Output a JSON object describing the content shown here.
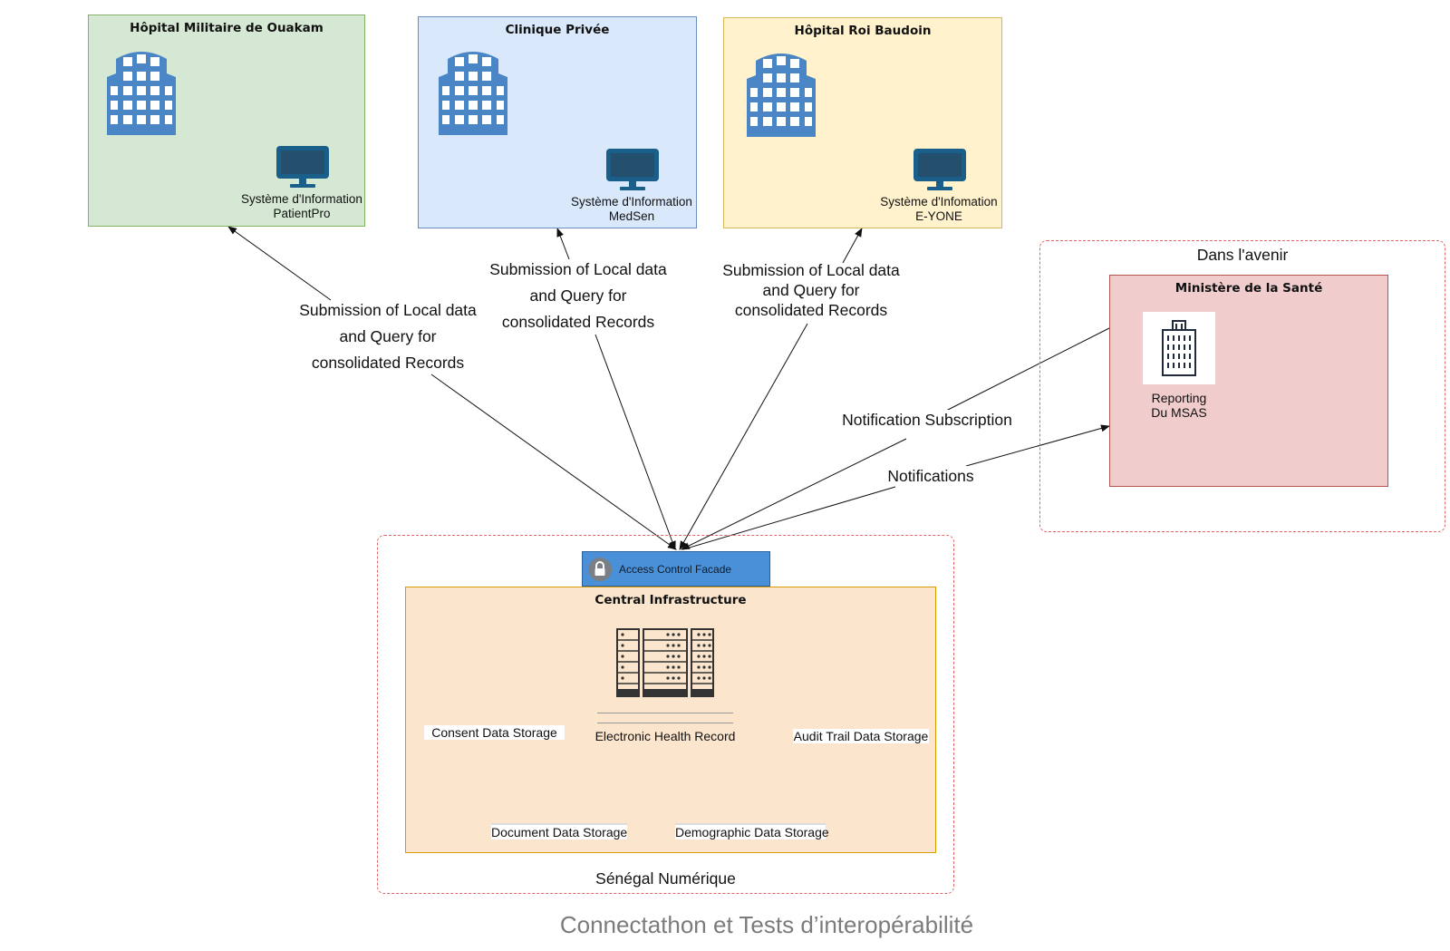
{
  "hospitals": [
    {
      "name": "Hôpital Militaire de Ouakam",
      "system_line1": "Système d'Information",
      "system_line2": "PatientPro"
    },
    {
      "name": "Clinique Privée",
      "system_line1": "Système d'Information",
      "system_line2": "MedSen"
    },
    {
      "name": "Hôpital Roi Baudoin",
      "system_line1": "Système d'Infomation",
      "system_line2": "E-YONE"
    }
  ],
  "connections": {
    "left": [
      "Submission of Local data",
      "and Query for",
      "consolidated Records"
    ],
    "middle": [
      "Submission of Local data",
      "and Query for",
      "consolidated Records"
    ],
    "right": [
      "Submission of Local data",
      "and Query for",
      "consolidated Records"
    ],
    "notification_subscription": "Notification Subscription",
    "notifications": "Notifications"
  },
  "future": {
    "label": "Dans l'avenir",
    "ministry": "Ministère de la Santé",
    "reporting_line1": "Reporting",
    "reporting_line2": "Du MSAS"
  },
  "central": {
    "facade": "Access Control Facade",
    "title": "Central Infrastructure",
    "ehr": "Electronic Health Record",
    "consent": "Consent Data Storage",
    "audit": "Audit Trail Data Storage",
    "document": "Document Data Storage",
    "demographic": "Demographic Data Storage",
    "region_label": "Sénégal Numérique"
  },
  "footer": "Connectathon et Tests d’interopérabilité",
  "colors": {
    "building": "#4a86c5",
    "monitor": "#1a5f8a",
    "green_fill": "#d5e8d4",
    "blue_fill": "#dae8fc",
    "yellow_fill": "#fff2cc",
    "pink_fill": "#f0cccc",
    "orange_fill": "#fce5cd",
    "facade": "#4a90d9",
    "dashed": "#e06666"
  }
}
